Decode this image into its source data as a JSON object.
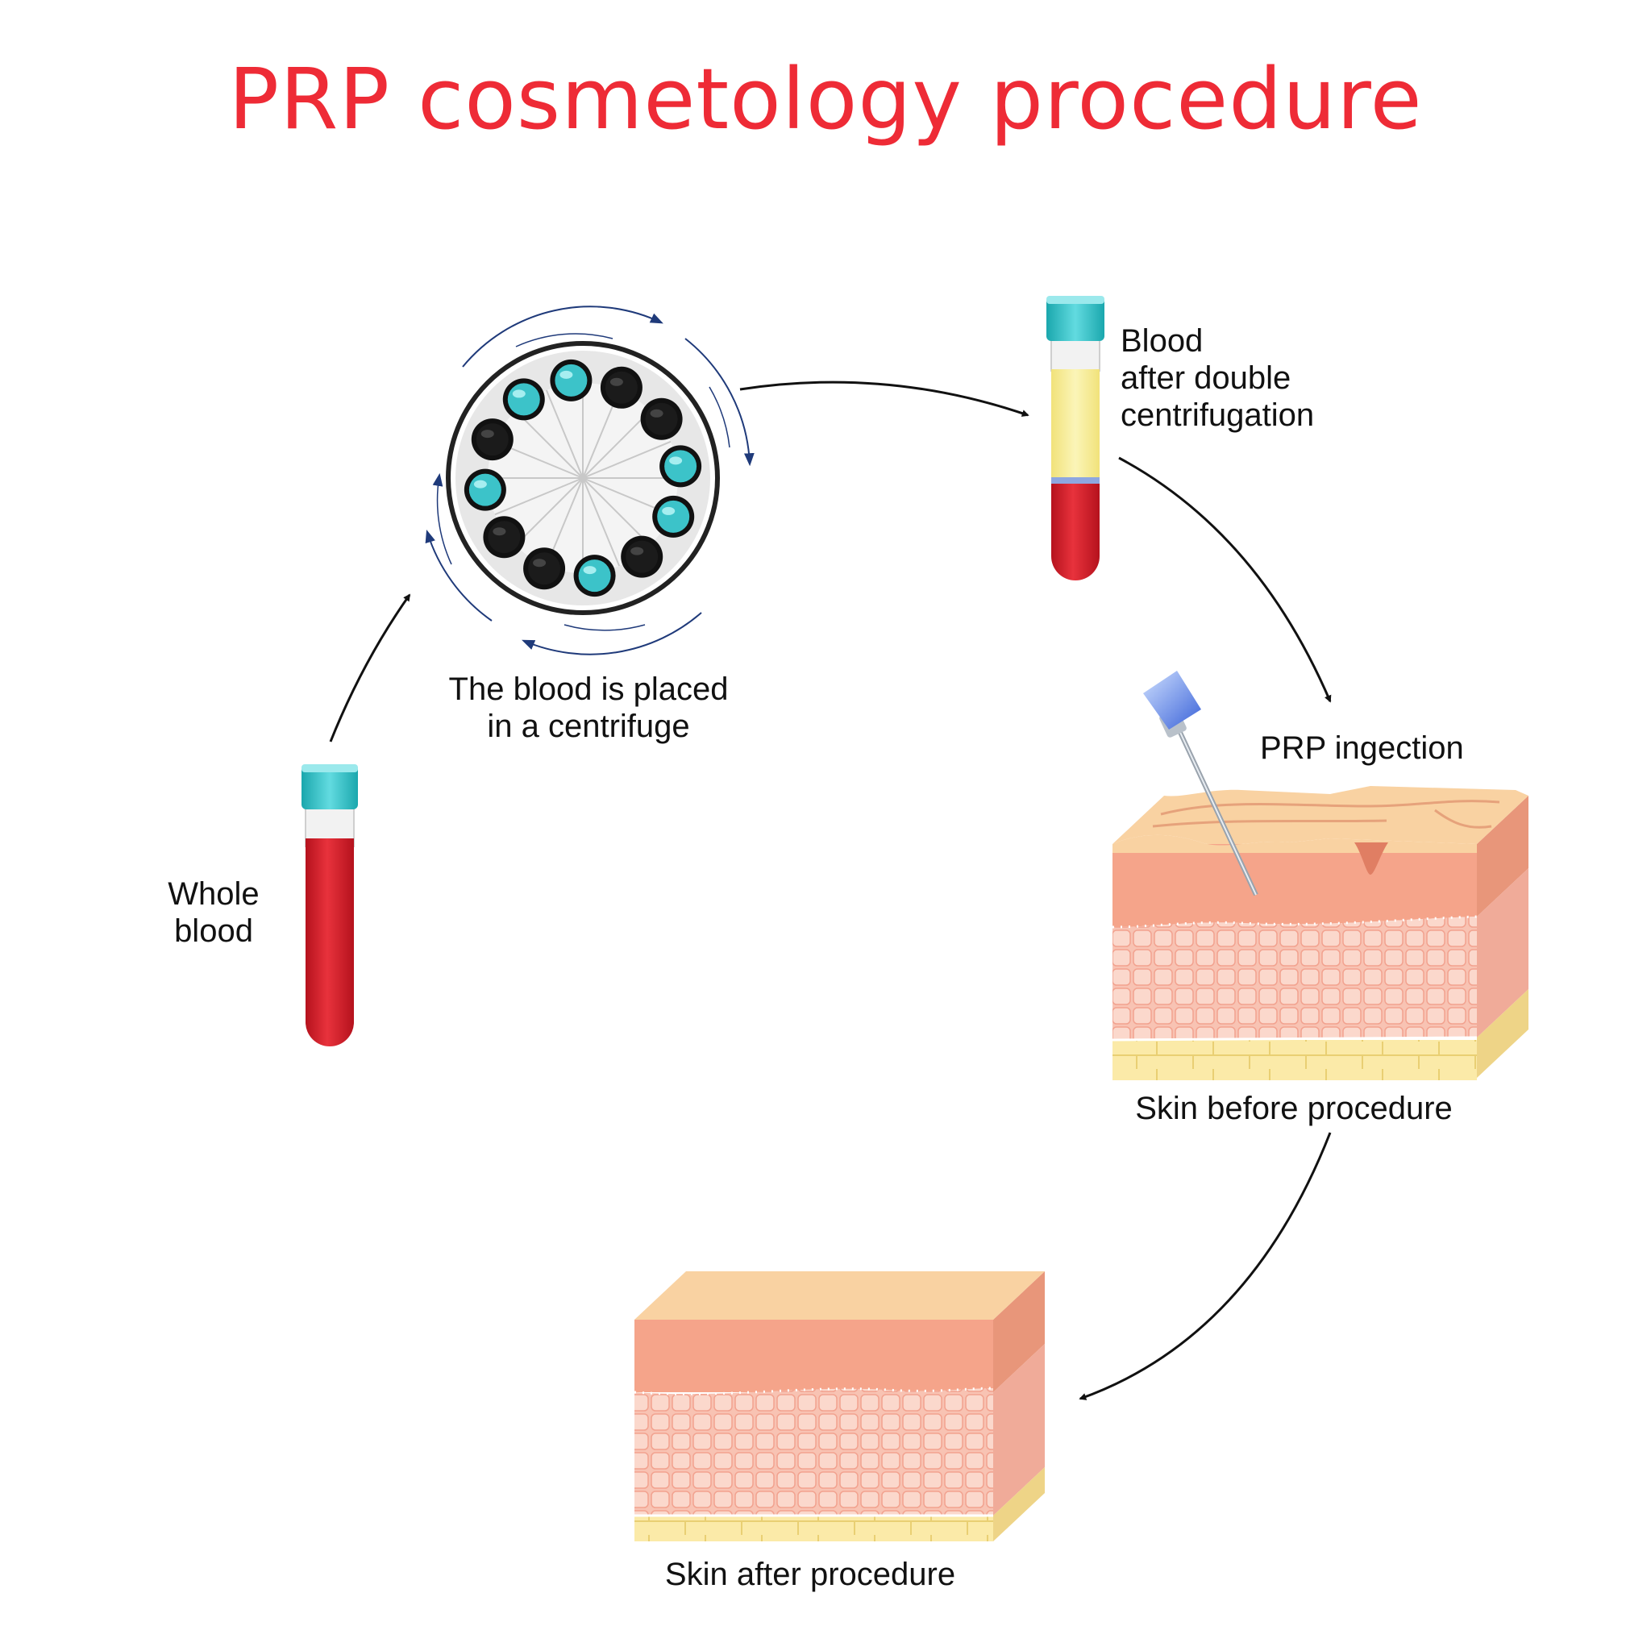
{
  "title": "PRP cosmetology procedure",
  "steps": {
    "whole_blood": "Whole\nblood",
    "centrifuge": "The blood is placed\nin a centrifuge",
    "after_centrifugation": "Blood\nafter double\ncentrifugation",
    "injection": "PRP ingection",
    "skin_before": "Skin before procedure",
    "skin_after": "Skin after procedure"
  },
  "colors": {
    "title": "#ee2b36",
    "blood": "#d9202c",
    "plasma": "#f7ef9a",
    "tube_cap": "#3cc3c9",
    "epidermis_top": "#f9d2a2",
    "dermis": "#f5a48a",
    "fat": "#fbeaa8",
    "arrow": "#111111",
    "spin_arrow": "#1f3a7a"
  }
}
